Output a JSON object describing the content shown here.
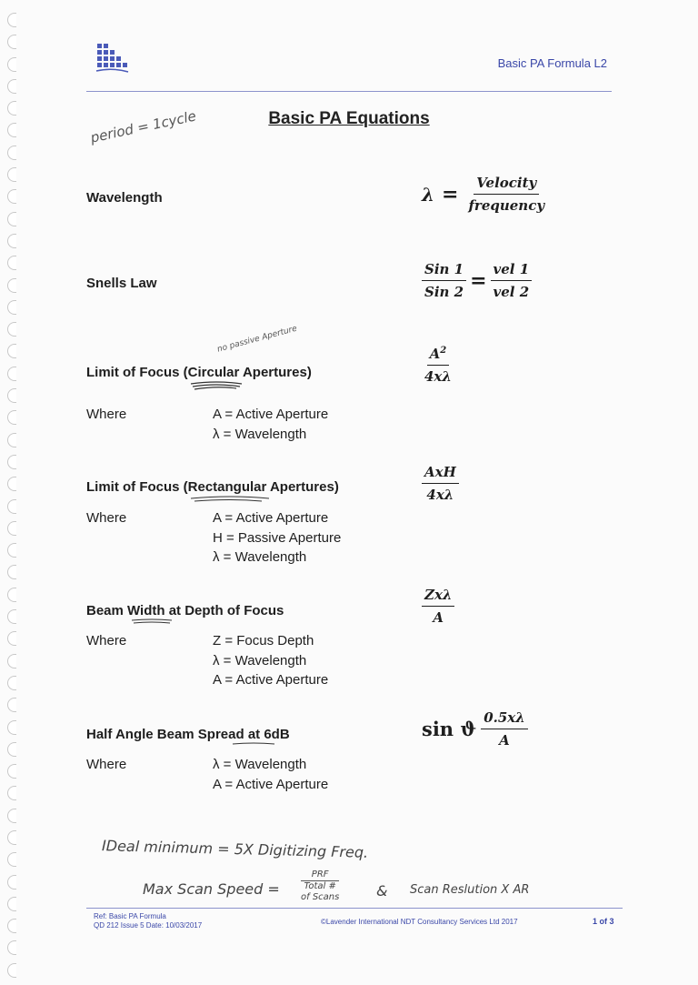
{
  "header": {
    "title": "Basic PA Formula L2"
  },
  "document": {
    "title": "Basic PA Equations"
  },
  "handwriting": {
    "period_note": "period = 1cycle",
    "passive_note": "no passive Aperture",
    "note_1": "IDeal minimum = 5X Digitizing Freq.",
    "note_2_prefix": "Max Scan Speed =",
    "note_2_num": "PRF",
    "note_2_den": "Total #",
    "note_2_den_2": "of Scans",
    "note_2_amp": "&",
    "note_2_suffix": "Scan Reslution X AR"
  },
  "sections": {
    "wavelength": {
      "label": "Wavelength",
      "lhs": "λ",
      "eq": "=",
      "num": "Velocity",
      "den": "frequency"
    },
    "snells": {
      "label": "Snells Law",
      "l_num": "Sin 1",
      "l_den": "Sin 2",
      "eq": "=",
      "r_num": "vel 1",
      "r_den": "vel 2"
    },
    "circular": {
      "label": "Limit of Focus (Circular Apertures)",
      "num": "A",
      "num_sup": "2",
      "den": "4xλ",
      "where": "Where",
      "defs": [
        "A = Active Aperture",
        "λ = Wavelength"
      ]
    },
    "rectangular": {
      "label": "Limit of Focus (Rectangular Apertures)",
      "num": "AxH",
      "den": "4xλ",
      "where": "Where",
      "defs": [
        "A = Active Aperture",
        "H = Passive Aperture",
        "λ = Wavelength"
      ]
    },
    "beam_width": {
      "label": "Beam Width at Depth of Focus",
      "num": "Zxλ",
      "den": "A",
      "where": "Where",
      "defs": [
        "Z = Focus Depth",
        "λ = Wavelength",
        "A = Active Aperture"
      ]
    },
    "half_angle": {
      "label": "Half Angle Beam Spread at 6dB",
      "prefix": "sin ϑ",
      "num": "0.5xλ",
      "den": "A",
      "where": "Where",
      "defs": [
        "λ = Wavelength",
        "A = Active Aperture"
      ]
    }
  },
  "footer": {
    "ref_line_1": "Ref: Basic PA Formula",
    "ref_line_2": "QD 212 Issue 5 Date: 10/03/2017",
    "copyright": "©Lavender International NDT Consultancy Services Ltd 2017",
    "page": "1 of 3"
  },
  "colors": {
    "header_blue": "#3a47a8",
    "rule": "#8c93cc",
    "text": "#1e1e1e"
  }
}
